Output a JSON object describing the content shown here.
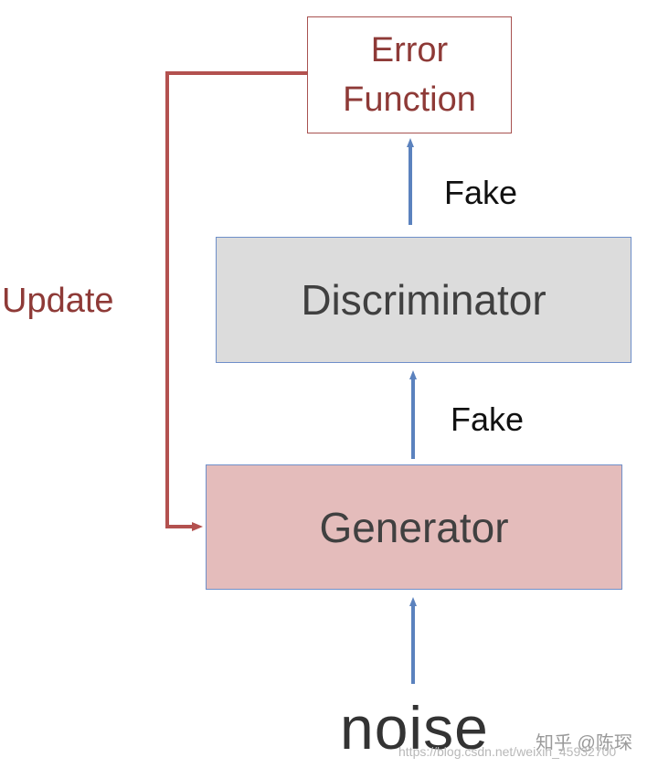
{
  "diagram": {
    "error_box": {
      "line1": "Error",
      "line2": "Function"
    },
    "discriminator_box": {
      "label": "Discriminator"
    },
    "generator_box": {
      "label": "Generator"
    },
    "edge_labels": {
      "fake_top": "Fake",
      "fake_middle": "Fake",
      "update": "Update"
    },
    "input_label": "noise",
    "colors": {
      "arrow_blue": "#5b82be",
      "update_red": "#b3514f",
      "error_text": "#8e3a37",
      "discriminator_fill": "#dcdcdc",
      "generator_fill": "#e4bcbb",
      "box_border_blue": "#6f8fc9"
    }
  },
  "watermark": {
    "brand": "知乎 @陈琛",
    "url": "https://blog.csdn.net/weixin_45932700"
  }
}
